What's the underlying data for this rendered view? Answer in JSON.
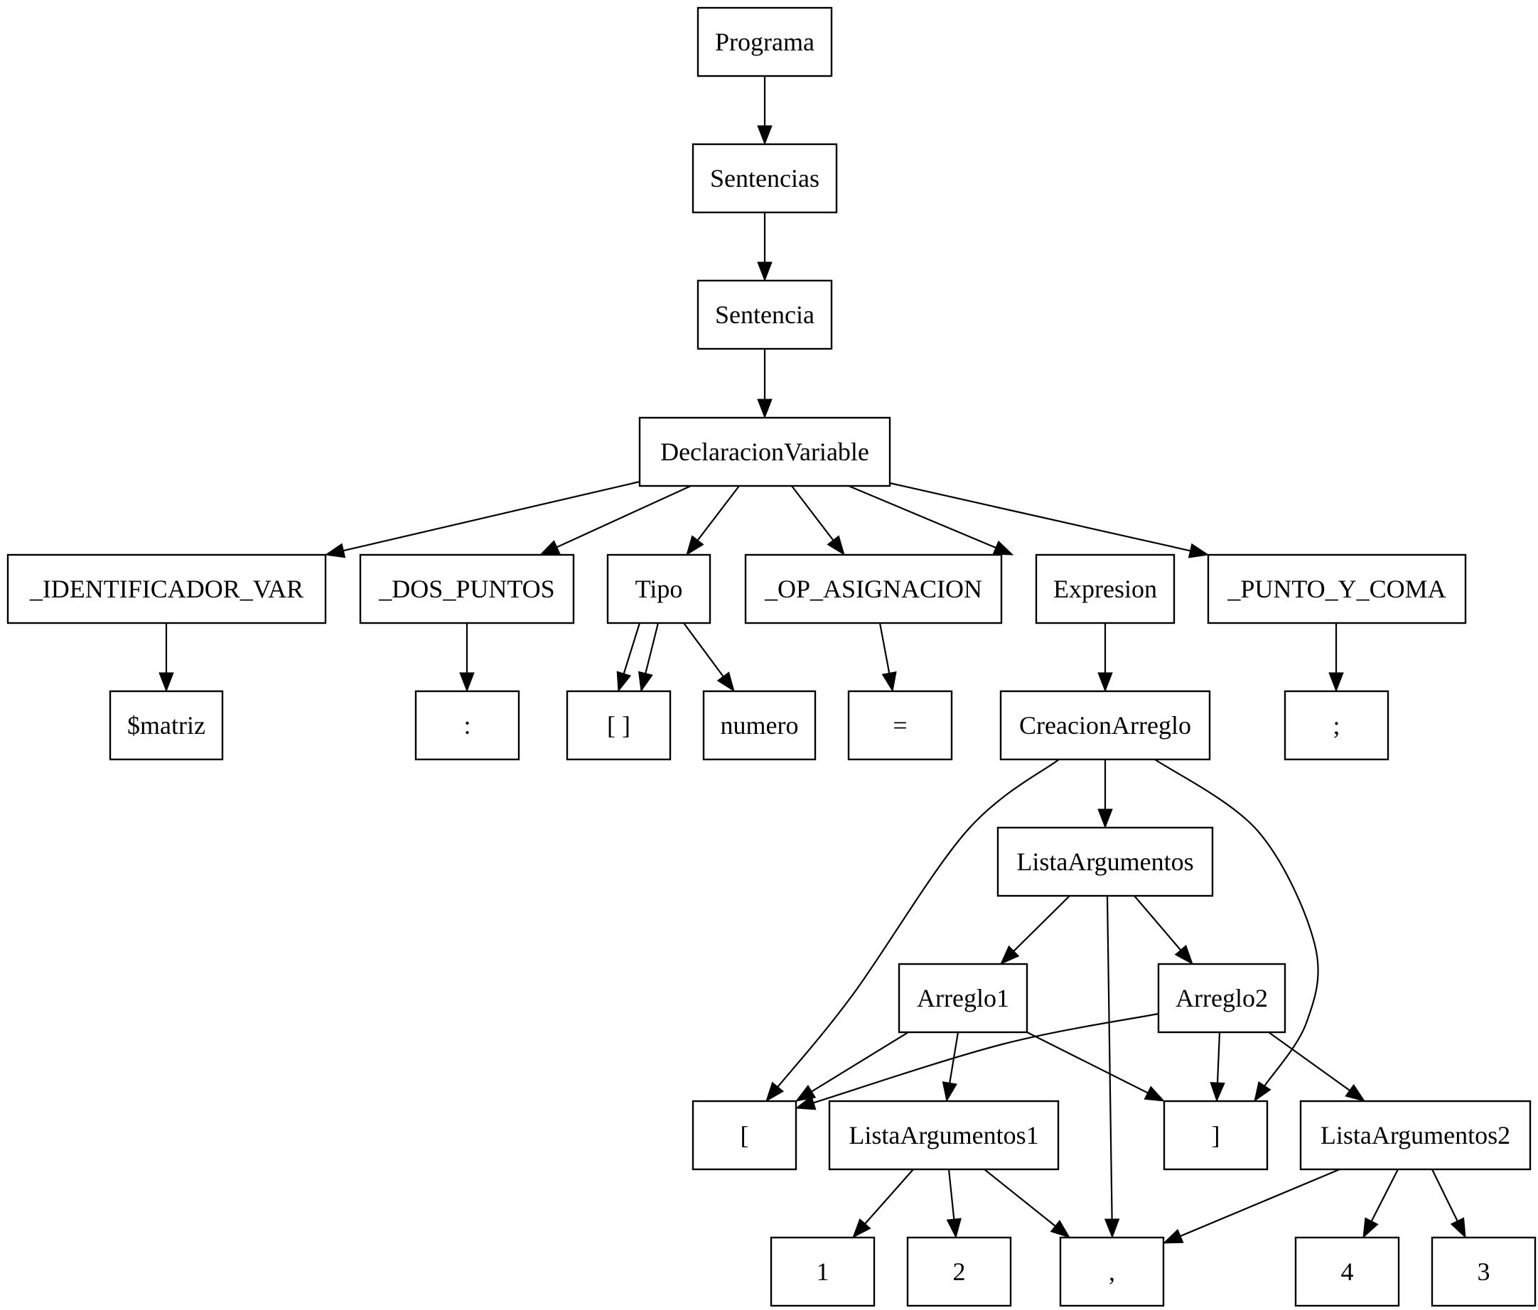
{
  "diagram": {
    "type": "parse-tree",
    "nodes": [
      {
        "id": "programa",
        "label": "Programa"
      },
      {
        "id": "sentencias",
        "label": "Sentencias"
      },
      {
        "id": "sentencia",
        "label": "Sentencia"
      },
      {
        "id": "declaracion",
        "label": "DeclaracionVariable"
      },
      {
        "id": "identificador",
        "label": "_IDENTIFICADOR_VAR"
      },
      {
        "id": "dos_puntos",
        "label": "_DOS_PUNTOS"
      },
      {
        "id": "tipo",
        "label": "Tipo"
      },
      {
        "id": "op_asignacion",
        "label": "_OP_ASIGNACION"
      },
      {
        "id": "expresion",
        "label": "Expresion"
      },
      {
        "id": "punto_y_coma",
        "label": "_PUNTO_Y_COMA"
      },
      {
        "id": "matriz",
        "label": "$matriz"
      },
      {
        "id": "colon",
        "label": ":"
      },
      {
        "id": "brackets",
        "label": "[ ]"
      },
      {
        "id": "numero",
        "label": "numero"
      },
      {
        "id": "equals",
        "label": "="
      },
      {
        "id": "creacion",
        "label": "CreacionArreglo"
      },
      {
        "id": "semicolon",
        "label": ";"
      },
      {
        "id": "lista",
        "label": "ListaArgumentos"
      },
      {
        "id": "arreglo1",
        "label": "Arreglo1"
      },
      {
        "id": "arreglo2",
        "label": "Arreglo2"
      },
      {
        "id": "lbracket",
        "label": "["
      },
      {
        "id": "lista1",
        "label": "ListaArgumentos1"
      },
      {
        "id": "rbracket",
        "label": "]"
      },
      {
        "id": "lista2",
        "label": "ListaArgumentos2"
      },
      {
        "id": "one",
        "label": "1"
      },
      {
        "id": "two",
        "label": "2"
      },
      {
        "id": "comma",
        "label": ","
      },
      {
        "id": "four",
        "label": "4"
      },
      {
        "id": "three",
        "label": "3"
      }
    ],
    "edges": [
      [
        "programa",
        "sentencias"
      ],
      [
        "sentencias",
        "sentencia"
      ],
      [
        "sentencia",
        "declaracion"
      ],
      [
        "declaracion",
        "identificador"
      ],
      [
        "declaracion",
        "dos_puntos"
      ],
      [
        "declaracion",
        "tipo"
      ],
      [
        "declaracion",
        "op_asignacion"
      ],
      [
        "declaracion",
        "expresion"
      ],
      [
        "declaracion",
        "punto_y_coma"
      ],
      [
        "identificador",
        "matriz"
      ],
      [
        "dos_puntos",
        "colon"
      ],
      [
        "tipo",
        "brackets"
      ],
      [
        "tipo",
        "brackets"
      ],
      [
        "tipo",
        "numero"
      ],
      [
        "op_asignacion",
        "equals"
      ],
      [
        "expresion",
        "creacion"
      ],
      [
        "punto_y_coma",
        "semicolon"
      ],
      [
        "creacion",
        "lbracket"
      ],
      [
        "creacion",
        "lista"
      ],
      [
        "creacion",
        "rbracket"
      ],
      [
        "lista",
        "arreglo1"
      ],
      [
        "lista",
        "comma"
      ],
      [
        "lista",
        "arreglo2"
      ],
      [
        "arreglo1",
        "lbracket"
      ],
      [
        "arreglo1",
        "lista1"
      ],
      [
        "arreglo1",
        "rbracket"
      ],
      [
        "arreglo2",
        "lbracket"
      ],
      [
        "arreglo2",
        "rbracket"
      ],
      [
        "arreglo2",
        "lista2"
      ],
      [
        "lista1",
        "one"
      ],
      [
        "lista1",
        "two"
      ],
      [
        "lista1",
        "comma"
      ],
      [
        "lista2",
        "comma"
      ],
      [
        "lista2",
        "four"
      ],
      [
        "lista2",
        "three"
      ]
    ]
  }
}
